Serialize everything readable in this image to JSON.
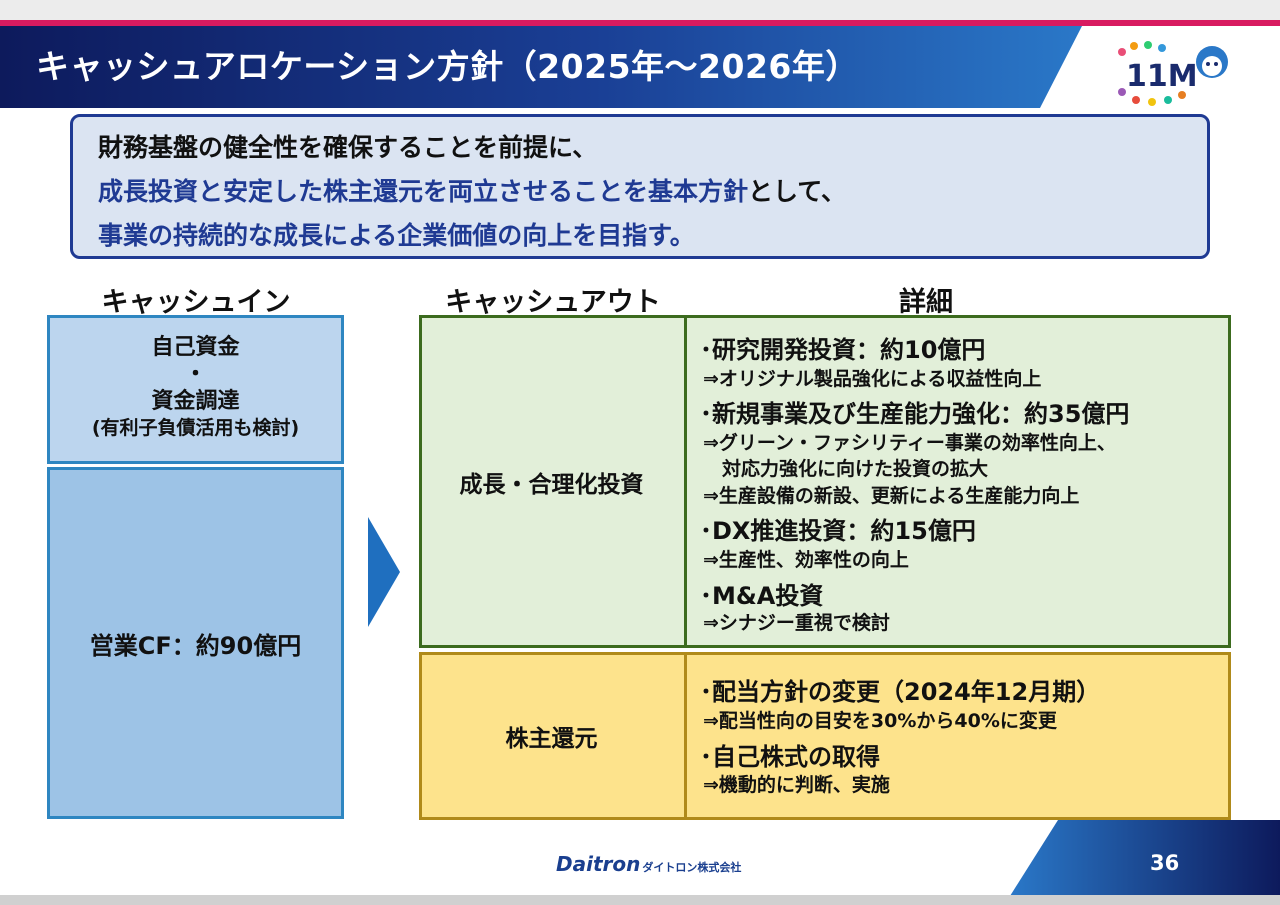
{
  "header": {
    "title": "キャッシュアロケーション方針（2025年～2026年）",
    "colors": {
      "accent": "#d81b60",
      "title_bar_dark": "#0d1a5c",
      "title_bar_light": "#2a78c8"
    }
  },
  "summary": {
    "line1": "財務基盤の健全性を確保することを前提に、",
    "line2_highlight": "成長投資と安定した株主還元を両立させることを基本方針",
    "line2_rest": "として、",
    "line3": "事業の持続的な成長による企業価値の向上を目指す。"
  },
  "columns": {
    "cash_in": "キャッシュイン",
    "cash_out": "キャッシュアウト",
    "detail": "詳細"
  },
  "cash_in": {
    "own_funds": "自己資金",
    "separator": "・",
    "financing": "資金調達",
    "note": "(有利子負債活用も検討)",
    "operating_cf": "営業CF：約90億円"
  },
  "cash_out": {
    "growth": {
      "label": "成長・合理化投資",
      "items": [
        {
          "heading": "･研究開発投資：約10億円",
          "lines": [
            "⇒オリジナル製品強化による収益性向上"
          ]
        },
        {
          "heading": "･新規事業及び生産能力強化：約35億円",
          "lines": [
            "⇒グリーン・ファシリティー事業の効率性向上、",
            "　対応力強化に向けた投資の拡大",
            "⇒生産設備の新設、更新による生産能力向上"
          ]
        },
        {
          "heading": "･DX推進投資：約15億円",
          "lines": [
            "⇒生産性、効率性の向上"
          ]
        },
        {
          "heading": "･M&A投資",
          "lines": [
            "⇒シナジー重視で検討"
          ]
        }
      ]
    },
    "shareholder": {
      "label": "株主還元",
      "items": [
        {
          "heading": "･配当方針の変更（2024年12月期）",
          "lines": [
            "⇒配当性向の目安を30%から40%に変更"
          ]
        },
        {
          "heading": "･自己株式の取得",
          "lines": [
            "⇒機動的に判断、実施"
          ]
        }
      ]
    }
  },
  "footer": {
    "brand": "Daitron",
    "brand_sub": "ダイトロン株式会社",
    "page": "36",
    "logo_text": "11M"
  }
}
